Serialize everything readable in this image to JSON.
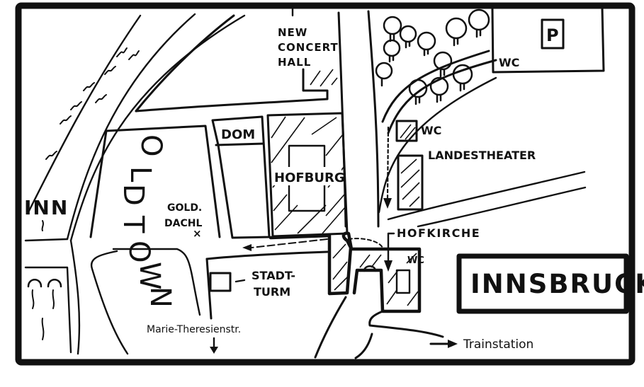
{
  "map": {
    "title": "INNSBRUCK",
    "style": "hand-drawn sketch",
    "colors": {
      "ink": "#111111",
      "background": "#ffffff"
    },
    "labels": {
      "river": "INN",
      "district": "OLD TOWN",
      "district_letters": [
        "O",
        "L",
        "D",
        "T",
        "O",
        "W",
        "N"
      ],
      "new_concert_hall": [
        "NEW",
        "CONCERT",
        "HALL"
      ],
      "dom": "DOM",
      "hofburg": "HOFBURG",
      "gold_dachl": [
        "GOLD.",
        "DACHL"
      ],
      "gold_dachl_marker": "×",
      "stadtturm": [
        "STADT-",
        "TURM"
      ],
      "hofkirche": "HOFKIRCHE",
      "landestheater": "LANDESTHEATER",
      "wc_park": "WC",
      "wc_theater": "WC",
      "wc_hofkirche": "WC",
      "parking": "P",
      "marie_theresien": "Marie-Theresienstr.",
      "trainstation": "Trainstation"
    }
  }
}
